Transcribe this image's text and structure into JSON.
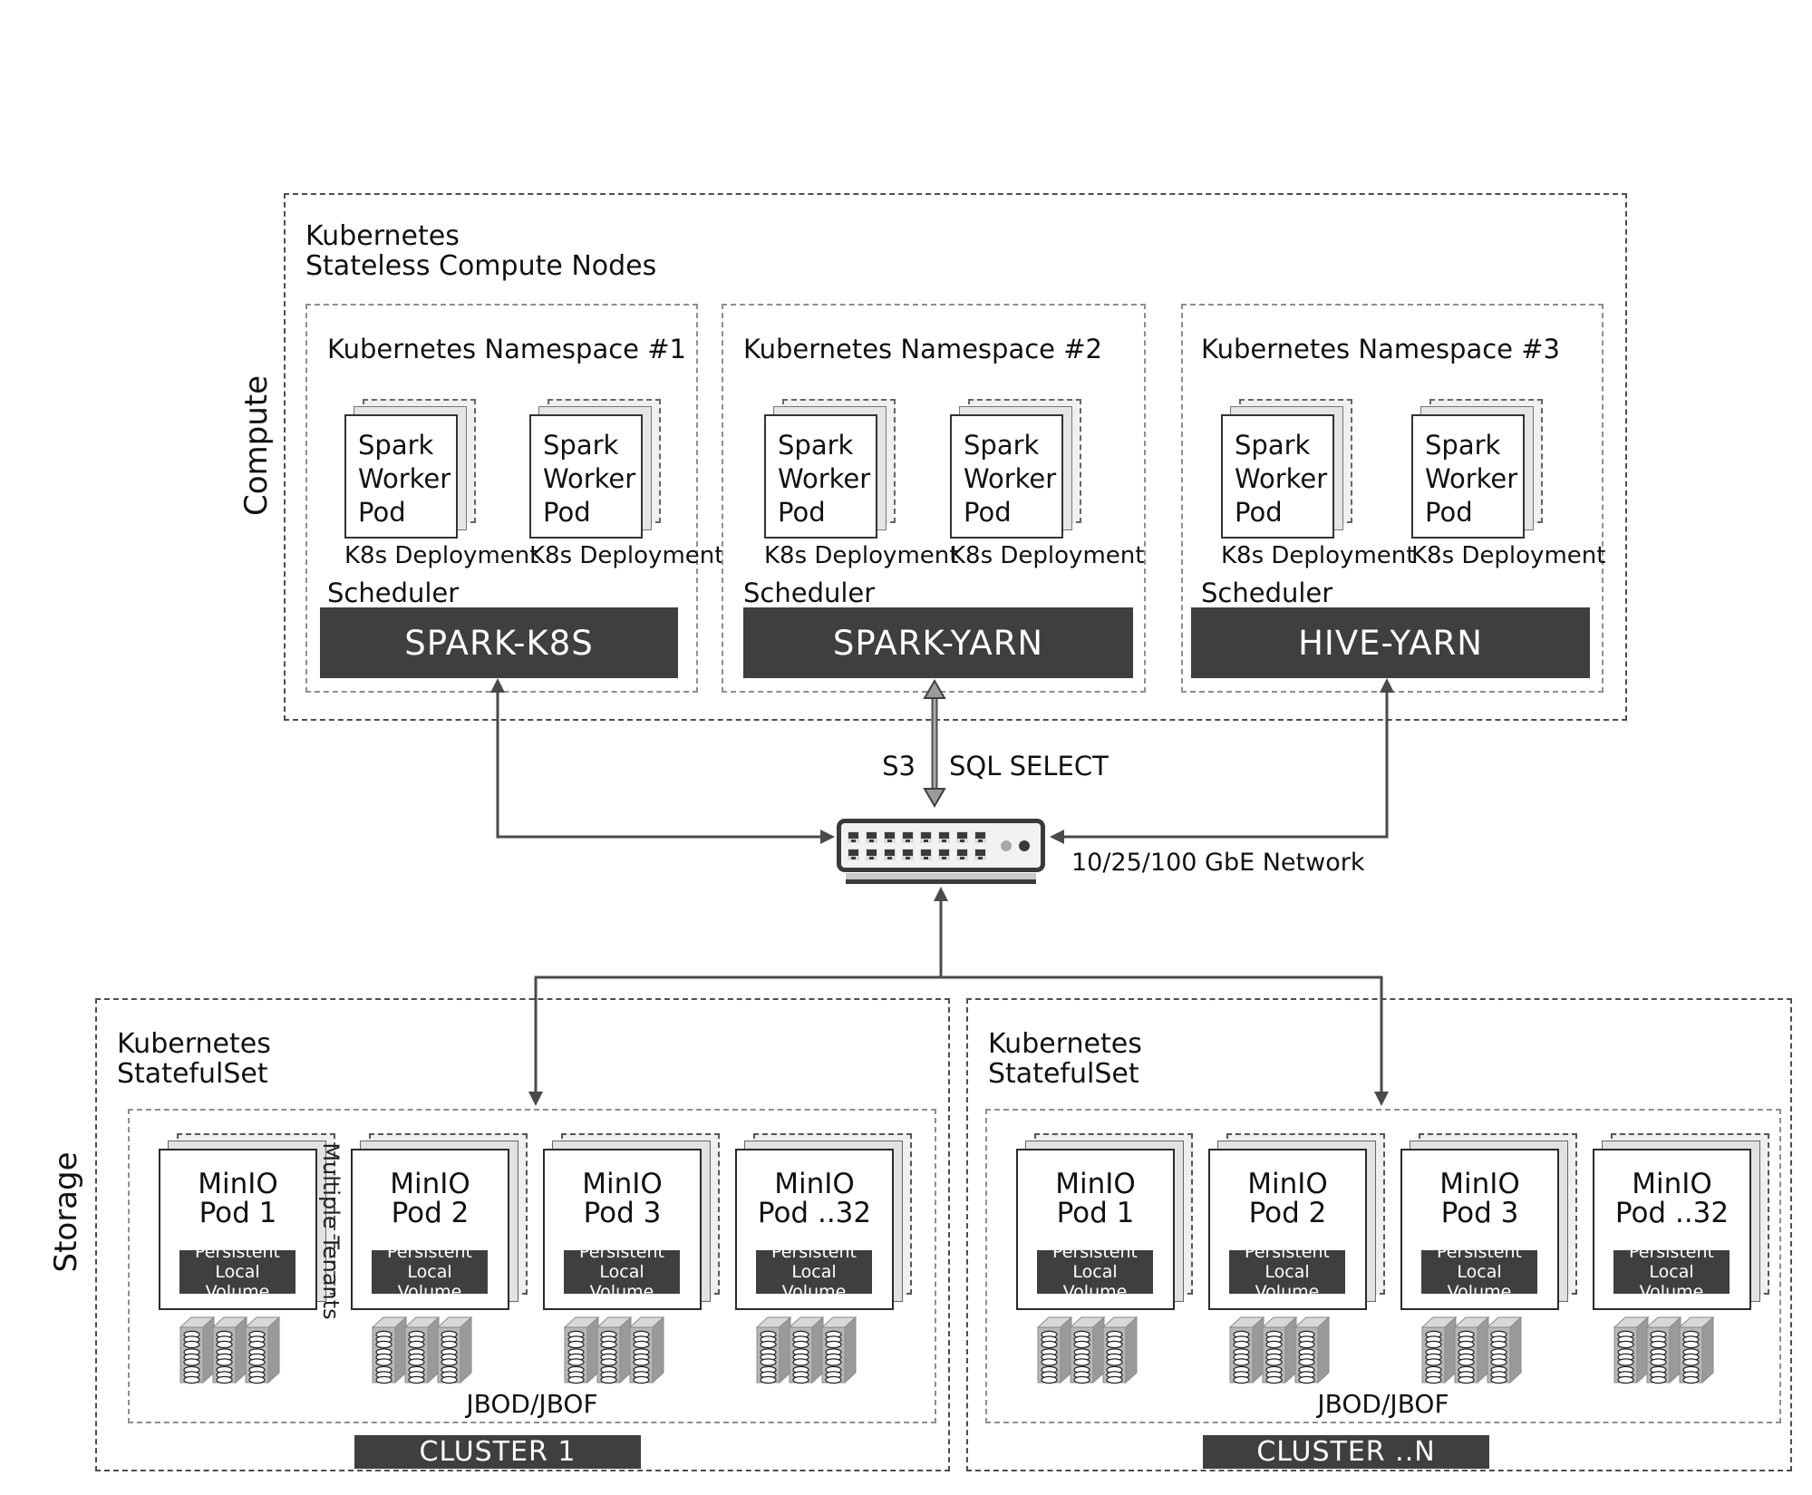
{
  "colors": {
    "bar_bg": "#3f3f3f",
    "line": "#4a4a4a",
    "switch_border": "#3a3a3a"
  },
  "compute": {
    "section_label": "Compute",
    "title": "Kubernetes\nStateless Compute Nodes",
    "namespaces": [
      {
        "label": "Kubernetes Namespace #1",
        "scheduler": "Scheduler",
        "bar": "SPARK-K8S",
        "pods": [
          {
            "label": "Spark\nWorker\nPod",
            "caption": "K8s Deployment"
          },
          {
            "label": "Spark\nWorker\nPod",
            "caption": "K8s Deployment"
          }
        ]
      },
      {
        "label": "Kubernetes Namespace #2",
        "scheduler": "Scheduler",
        "bar": "SPARK-YARN",
        "pods": [
          {
            "label": "Spark\nWorker\nPod",
            "caption": "K8s Deployment"
          },
          {
            "label": "Spark\nWorker\nPod",
            "caption": "K8s Deployment"
          }
        ]
      },
      {
        "label": "Kubernetes Namespace #3",
        "scheduler": "Scheduler",
        "bar": "HIVE-YARN",
        "pods": [
          {
            "label": "Spark\nWorker\nPod",
            "caption": "K8s Deployment"
          },
          {
            "label": "Spark\nWorker\nPod",
            "caption": "K8s Deployment"
          }
        ]
      }
    ]
  },
  "network": {
    "s3": "S3",
    "sql": "SQL SELECT",
    "label": "10/25/100 GbE Network"
  },
  "storage": {
    "section_label": "Storage",
    "clusters": [
      {
        "title": "Kubernetes\nStatefulSet",
        "tenants_label": "Multiple Tenants",
        "jbod": "JBOD/JBOF",
        "bar": "CLUSTER 1",
        "pods": [
          {
            "name": "MinIO\nPod 1",
            "volume": "Persistent Local\nVolume"
          },
          {
            "name": "MinIO\nPod 2",
            "volume": "Persistent Local\nVolume"
          },
          {
            "name": "MinIO\nPod 3",
            "volume": "Persistent Local\nVolume"
          },
          {
            "name": "MinIO\nPod ..32",
            "volume": "Persistent Local\nVolume"
          }
        ]
      },
      {
        "title": "Kubernetes\nStatefulSet",
        "jbod": "JBOD/JBOF",
        "bar": "CLUSTER ..N",
        "pods": [
          {
            "name": "MinIO\nPod 1",
            "volume": "Persistent Local\nVolume"
          },
          {
            "name": "MinIO\nPod 2",
            "volume": "Persistent Local\nVolume"
          },
          {
            "name": "MinIO\nPod 3",
            "volume": "Persistent Local\nVolume"
          },
          {
            "name": "MinIO\nPod ..32",
            "volume": "Persistent Local\nVolume"
          }
        ]
      }
    ]
  }
}
